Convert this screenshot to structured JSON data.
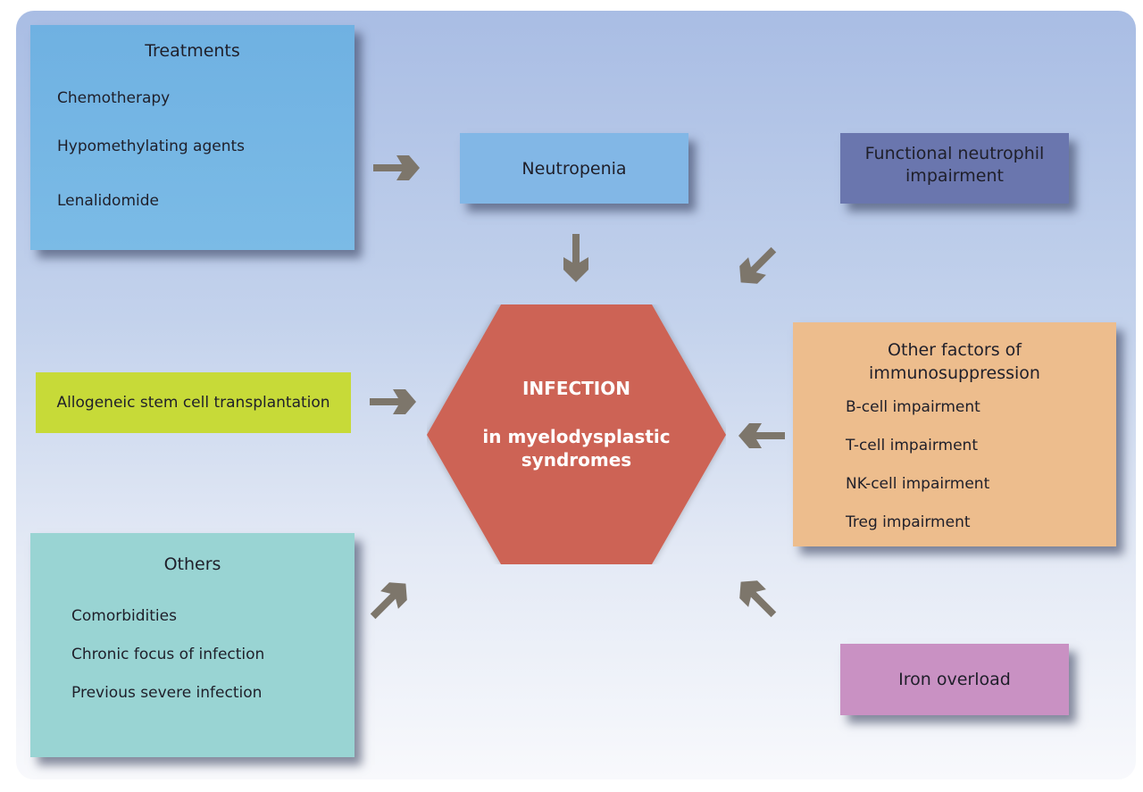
{
  "diagram": {
    "center": {
      "title": "INFECTION",
      "subtitle_line1": "in myelodysplastic",
      "subtitle_line2": "syndromes",
      "color": "#cd6454"
    },
    "treatments": {
      "title": "Treatments",
      "items": [
        "Chemotherapy",
        "Hypomethylating agents",
        "Lenalidomide"
      ],
      "color": "#74b5e4"
    },
    "neutropenia": {
      "label": "Neutropenia",
      "color": "#82b7e6"
    },
    "functional": {
      "line1": "Functional neutrophil",
      "line2": "impairment",
      "color": "#6a76ae"
    },
    "allogeneic": {
      "label": "Allogeneic stem cell transplantation",
      "color": "#c7da38"
    },
    "other_factors": {
      "title_line1": "Other factors of",
      "title_line2": "immunosuppression",
      "items": [
        "B-cell impairment",
        "T-cell impairment",
        "NK-cell impairment",
        "Treg impairment"
      ],
      "color": "#edbd8d"
    },
    "others": {
      "title": "Others",
      "items": [
        "Comorbidities",
        "Chronic focus of infection",
        "Previous severe infection"
      ],
      "color": "#99d4d3"
    },
    "iron": {
      "label": "Iron overload",
      "color": "#c991c3"
    },
    "arrow_color": "#7d766b",
    "edges": [
      {
        "from": "Treatments",
        "to": "Neutropenia"
      },
      {
        "from": "Neutropenia",
        "to": "INFECTION"
      },
      {
        "from": "Functional neutrophil impairment",
        "to": "INFECTION"
      },
      {
        "from": "Allogeneic stem cell transplantation",
        "to": "INFECTION"
      },
      {
        "from": "Other factors of immunosuppression",
        "to": "INFECTION"
      },
      {
        "from": "Others",
        "to": "INFECTION"
      },
      {
        "from": "Iron overload",
        "to": "INFECTION"
      }
    ]
  }
}
